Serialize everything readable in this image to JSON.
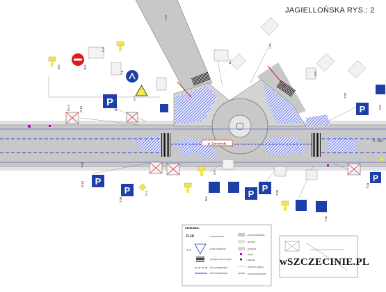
{
  "title": "JAGIELLOŃSKA RYS.: 2",
  "street_label_center": "pl. Zamenhofa",
  "street_label_right": "al. Jago",
  "watermark": "wSZCZECINIE.PL",
  "legend": {
    "heading": "LEGENDA:",
    "items_left": [
      {
        "code": "D-18",
        "text": "- znaki pionowe"
      },
      {
        "code": "A-7",
        "text": "- znaki ustąpienia"
      },
      {
        "code": "",
        "text": "- przejście dla pieszych"
      },
      {
        "code": "",
        "text": "- linie segregacyjne"
      },
      {
        "code": "",
        "text": "- linia krawędziowa"
      }
    ],
    "items_right": [
      {
        "text": "- jezdnia asfaltowa"
      },
      {
        "text": "- chodnik"
      },
      {
        "text": "- wysepka"
      },
      {
        "text": "- słupki"
      },
      {
        "text": "- latarnia"
      },
      {
        "text": "- znaki do zdjęcia"
      },
      {
        "text": "- nowy oznakowanie"
      }
    ]
  },
  "sign_codes": [
    "D-6",
    "B-2",
    "C-2",
    "T-8",
    "A-7",
    "T-27",
    "D-18",
    "T-3",
    "T-25",
    "D-1",
    "D-5",
    "D-4",
    "T-20",
    "U-5",
    "U-3",
    "D-13",
    "C-12"
  ],
  "colors": {
    "road": "#c9c9c9",
    "marking": "#2b3bd0",
    "sign_blue": "#1c3fa8",
    "sign_yellow": "#f5e64a",
    "red_line": "#e02020"
  }
}
